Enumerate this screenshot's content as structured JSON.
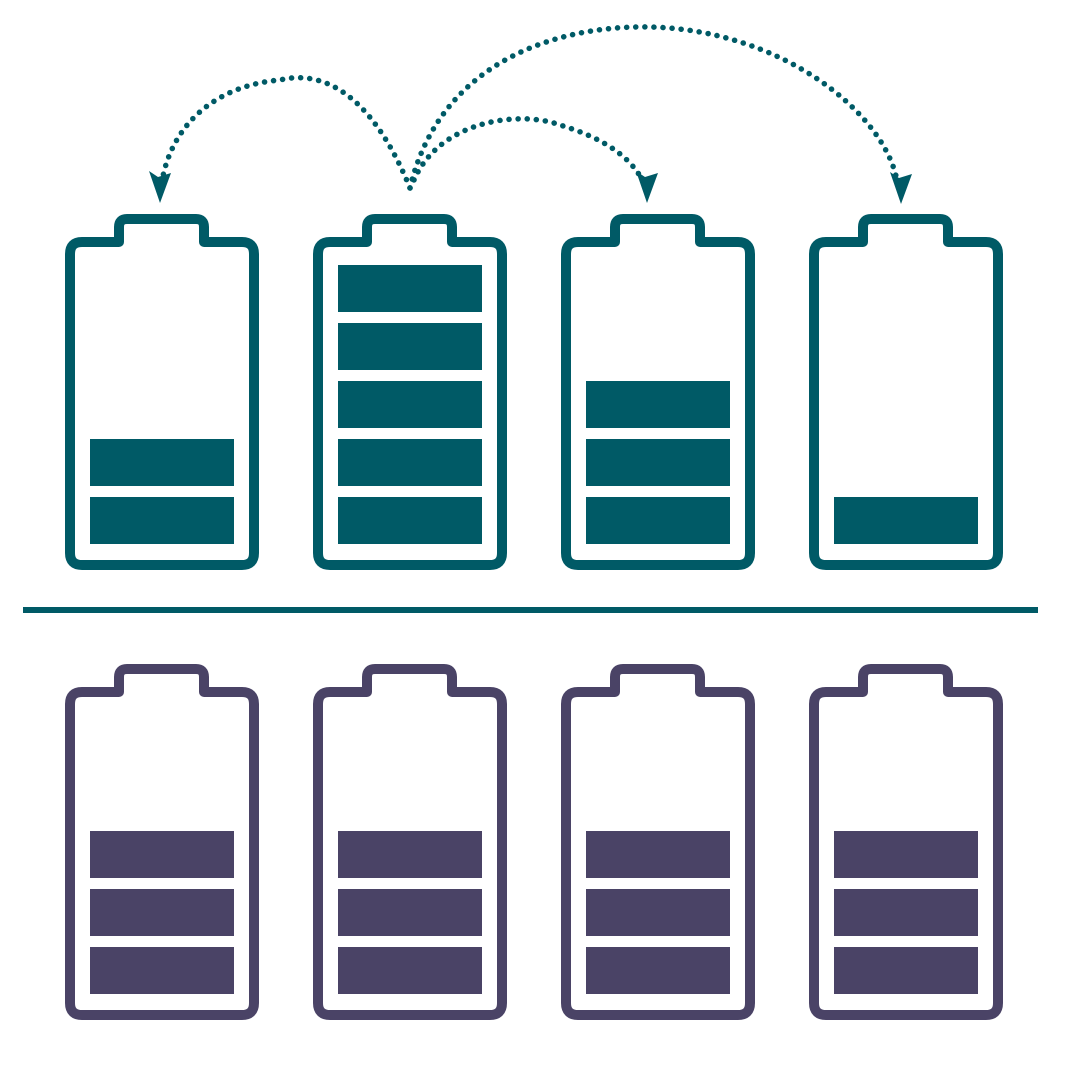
{
  "colors": {
    "top": "#005A66",
    "bottom": "#4A4366",
    "background": "#FFFFFF"
  },
  "top_row": {
    "levels": [
      2,
      5,
      3,
      1
    ],
    "max_level": 5
  },
  "bottom_row": {
    "levels": [
      3,
      3,
      3,
      3
    ],
    "max_level": 5
  },
  "transfers": [
    {
      "from": 2,
      "to": 1
    },
    {
      "from": 2,
      "to": 3
    },
    {
      "from": 2,
      "to": 4
    }
  ]
}
